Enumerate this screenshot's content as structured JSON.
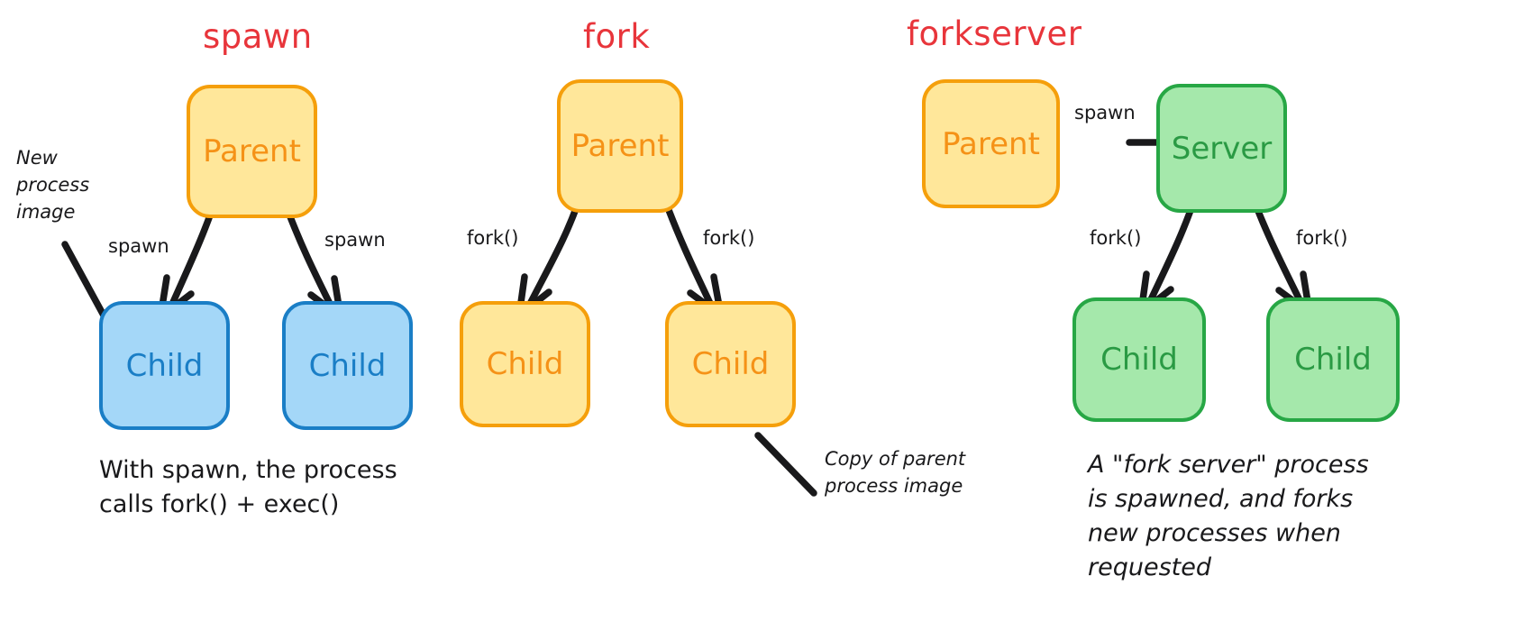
{
  "diagram": {
    "title_color": "#e8353b",
    "columns": [
      {
        "id": "spawn",
        "title": "spawn",
        "nodes": [
          {
            "id": "spawn-parent",
            "label": "Parent",
            "color": "yellow"
          },
          {
            "id": "spawn-child-1",
            "label": "Child",
            "color": "blue"
          },
          {
            "id": "spawn-child-2",
            "label": "Child",
            "color": "blue"
          }
        ],
        "edge_labels": [
          "spawn",
          "spawn"
        ],
        "annotation": "New\nprocess\nimage",
        "caption": "With spawn, the process\ncalls fork() + exec()"
      },
      {
        "id": "fork",
        "title": "fork",
        "nodes": [
          {
            "id": "fork-parent",
            "label": "Parent",
            "color": "yellow"
          },
          {
            "id": "fork-child-1",
            "label": "Child",
            "color": "yellow"
          },
          {
            "id": "fork-child-2",
            "label": "Child",
            "color": "yellow"
          }
        ],
        "edge_labels": [
          "fork()",
          "fork()"
        ],
        "annotation": "Copy of parent\nprocess image",
        "caption": ""
      },
      {
        "id": "forkserver",
        "title": "forkserver",
        "nodes": [
          {
            "id": "forkserver-parent",
            "label": "Parent",
            "color": "yellow"
          },
          {
            "id": "forkserver-server",
            "label": "Server",
            "color": "green"
          },
          {
            "id": "forkserver-child-1",
            "label": "Child",
            "color": "green"
          },
          {
            "id": "forkserver-child-2",
            "label": "Child",
            "color": "green"
          }
        ],
        "edge_labels": [
          "spawn",
          "fork()",
          "fork()"
        ],
        "annotation": "",
        "caption": "A \"fork server\" process\nis spawned, and forks\nnew processes when\nrequested"
      }
    ],
    "palette": {
      "yellow_fill": "#ffe79a",
      "yellow_stroke": "#f59f0b",
      "blue_fill": "#a4d7f8",
      "blue_stroke": "#1a7ec6",
      "green_fill": "#a5e8ab",
      "green_stroke": "#27a745",
      "arrow": "#19191b",
      "title": "#e8353b"
    }
  }
}
